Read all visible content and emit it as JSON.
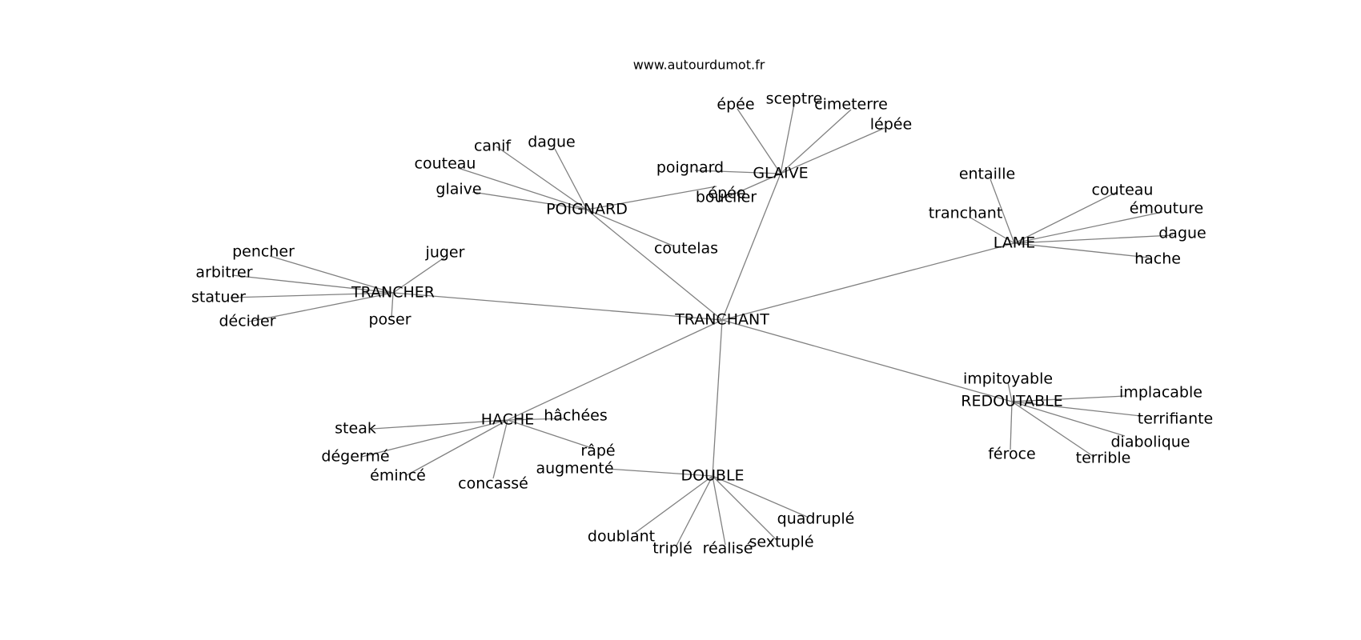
{
  "site": "www.autourdumot.fr",
  "nodes": [
    {
      "id": "tranchant_c",
      "label": "TRANCHANT"
    },
    {
      "id": "glaive_c",
      "label": "GLAIVE"
    },
    {
      "id": "poignard_c",
      "label": "POIGNARD"
    },
    {
      "id": "lame_c",
      "label": "LAME"
    },
    {
      "id": "trancher_c",
      "label": "TRANCHER"
    },
    {
      "id": "hache_c",
      "label": "HACHE"
    },
    {
      "id": "double_c",
      "label": "DOUBLE"
    },
    {
      "id": "redoutable_c",
      "label": "REDOUTABLE"
    },
    {
      "id": "g_epee",
      "label": "épée"
    },
    {
      "id": "g_sceptre",
      "label": "sceptre"
    },
    {
      "id": "g_cimeterre",
      "label": "cimeterre"
    },
    {
      "id": "g_lepee",
      "label": "lépée"
    },
    {
      "id": "g_poignard",
      "label": "poignard"
    },
    {
      "id": "g_bouclier",
      "label": "bouclier"
    },
    {
      "id": "g_epee2",
      "label": "épée"
    },
    {
      "id": "p_canif",
      "label": "canif"
    },
    {
      "id": "p_dague",
      "label": "dague"
    },
    {
      "id": "p_couteau",
      "label": "couteau"
    },
    {
      "id": "p_glaive",
      "label": "glaive"
    },
    {
      "id": "p_coutelas",
      "label": "coutelas"
    },
    {
      "id": "l_entaille",
      "label": "entaille"
    },
    {
      "id": "l_tranchant",
      "label": "tranchant"
    },
    {
      "id": "l_couteau",
      "label": "couteau"
    },
    {
      "id": "l_emouture",
      "label": "émouture"
    },
    {
      "id": "l_dague",
      "label": "dague"
    },
    {
      "id": "l_hache",
      "label": "hache"
    },
    {
      "id": "t_pencher",
      "label": "pencher"
    },
    {
      "id": "t_juger",
      "label": "juger"
    },
    {
      "id": "t_arbitrer",
      "label": "arbitrer"
    },
    {
      "id": "t_statuer",
      "label": "statuer"
    },
    {
      "id": "t_decider",
      "label": "décider"
    },
    {
      "id": "t_poser",
      "label": "poser"
    },
    {
      "id": "h_hachees",
      "label": "hâchées"
    },
    {
      "id": "h_steak",
      "label": "steak"
    },
    {
      "id": "h_degerme",
      "label": "dégermé"
    },
    {
      "id": "h_emince",
      "label": "émincé"
    },
    {
      "id": "h_concasse",
      "label": "concassé"
    },
    {
      "id": "h_rape",
      "label": "râpé"
    },
    {
      "id": "d_augmente",
      "label": "augmenté"
    },
    {
      "id": "d_doublant",
      "label": "doublant"
    },
    {
      "id": "d_triple",
      "label": "triplé"
    },
    {
      "id": "d_realise",
      "label": "réalisé"
    },
    {
      "id": "d_sextuple",
      "label": "sextuplé"
    },
    {
      "id": "d_quadruple",
      "label": "quadruplé"
    },
    {
      "id": "r_impitoyable",
      "label": "impitoyable"
    },
    {
      "id": "r_implacable",
      "label": "implacable"
    },
    {
      "id": "r_terrifiante",
      "label": "terrifiante"
    },
    {
      "id": "r_diabolique",
      "label": "diabolique"
    },
    {
      "id": "r_terrible",
      "label": "terrible"
    },
    {
      "id": "r_feroce",
      "label": "féroce"
    }
  ],
  "edges": [
    [
      "tranchant_c",
      "glaive_c"
    ],
    [
      "tranchant_c",
      "poignard_c"
    ],
    [
      "tranchant_c",
      "lame_c"
    ],
    [
      "tranchant_c",
      "trancher_c"
    ],
    [
      "tranchant_c",
      "hache_c"
    ],
    [
      "tranchant_c",
      "double_c"
    ],
    [
      "tranchant_c",
      "redoutable_c"
    ],
    [
      "glaive_c",
      "g_epee"
    ],
    [
      "glaive_c",
      "g_sceptre"
    ],
    [
      "glaive_c",
      "g_cimeterre"
    ],
    [
      "glaive_c",
      "g_lepee"
    ],
    [
      "glaive_c",
      "g_poignard"
    ],
    [
      "glaive_c",
      "g_bouclier"
    ],
    [
      "poignard_c",
      "p_canif"
    ],
    [
      "poignard_c",
      "p_dague"
    ],
    [
      "poignard_c",
      "p_couteau"
    ],
    [
      "poignard_c",
      "p_glaive"
    ],
    [
      "poignard_c",
      "p_coutelas"
    ],
    [
      "poignard_c",
      "g_epee2"
    ],
    [
      "lame_c",
      "l_entaille"
    ],
    [
      "lame_c",
      "l_tranchant"
    ],
    [
      "lame_c",
      "l_couteau"
    ],
    [
      "lame_c",
      "l_emouture"
    ],
    [
      "lame_c",
      "l_dague"
    ],
    [
      "lame_c",
      "l_hache"
    ],
    [
      "trancher_c",
      "t_pencher"
    ],
    [
      "trancher_c",
      "t_juger"
    ],
    [
      "trancher_c",
      "t_arbitrer"
    ],
    [
      "trancher_c",
      "t_statuer"
    ],
    [
      "trancher_c",
      "t_decider"
    ],
    [
      "trancher_c",
      "t_poser"
    ],
    [
      "hache_c",
      "h_hachees"
    ],
    [
      "hache_c",
      "h_steak"
    ],
    [
      "hache_c",
      "h_degerme"
    ],
    [
      "hache_c",
      "h_emince"
    ],
    [
      "hache_c",
      "h_concasse"
    ],
    [
      "hache_c",
      "h_rape"
    ],
    [
      "double_c",
      "d_augmente"
    ],
    [
      "double_c",
      "d_doublant"
    ],
    [
      "double_c",
      "d_triple"
    ],
    [
      "double_c",
      "d_realise"
    ],
    [
      "double_c",
      "d_sextuple"
    ],
    [
      "double_c",
      "d_quadruple"
    ],
    [
      "redoutable_c",
      "r_impitoyable"
    ],
    [
      "redoutable_c",
      "r_implacable"
    ],
    [
      "redoutable_c",
      "r_terrifiante"
    ],
    [
      "redoutable_c",
      "r_diabolique"
    ],
    [
      "redoutable_c",
      "r_terrible"
    ],
    [
      "redoutable_c",
      "r_feroce"
    ]
  ]
}
